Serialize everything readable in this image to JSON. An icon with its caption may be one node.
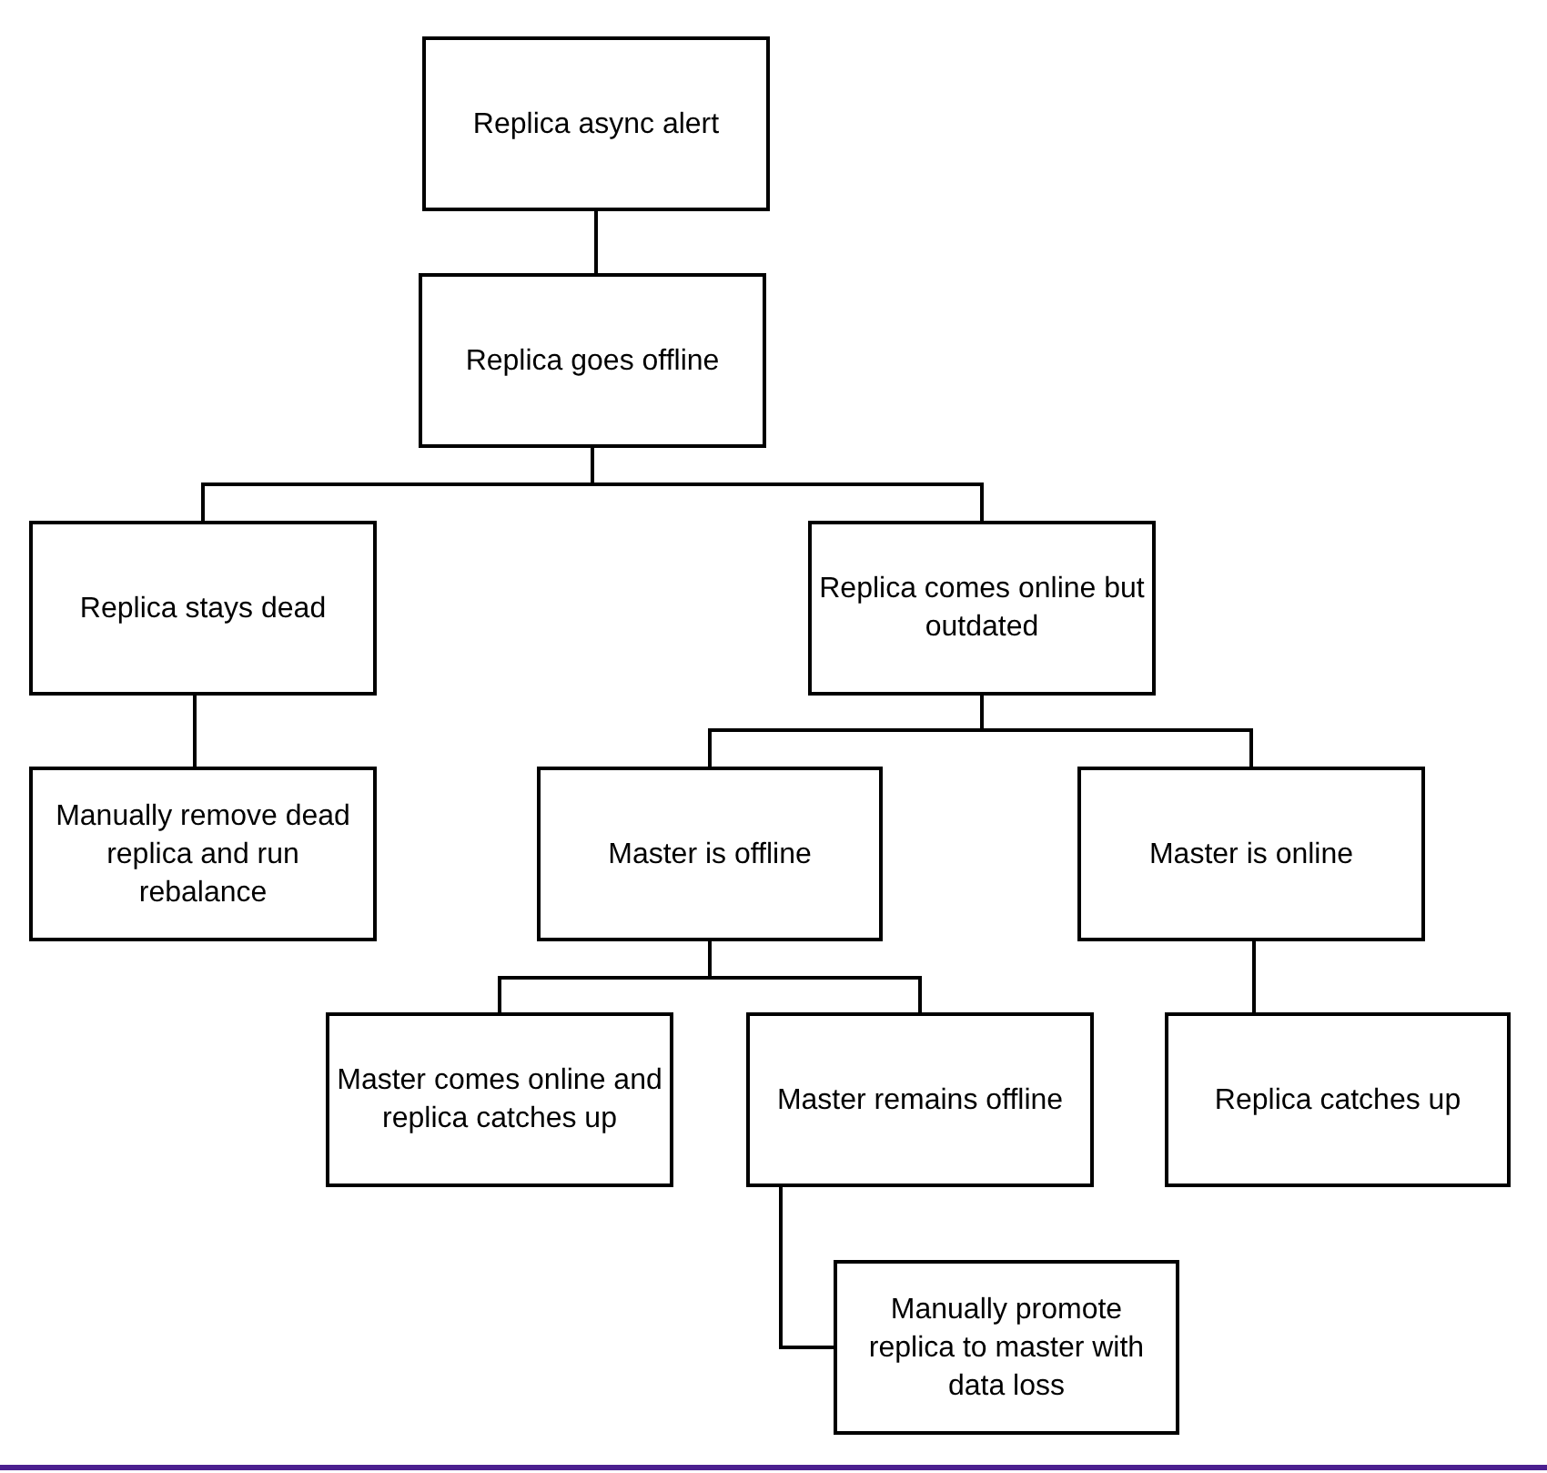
{
  "diagram": {
    "nodes": [
      {
        "text": [
          "Replica async alert"
        ]
      },
      {
        "text": [
          "Replica goes offline"
        ]
      },
      {
        "text": [
          "Replica stays dead"
        ]
      },
      {
        "text": [
          "Replica comes online but outdated"
        ]
      },
      {
        "text": [
          "Manually remove dead replica and run rebalance"
        ]
      },
      {
        "text": [
          "Master is offline"
        ]
      },
      {
        "text": [
          "Master is online"
        ]
      },
      {
        "text": [
          "Master comes online and replica catches up"
        ]
      },
      {
        "text": [
          "Master remains offline"
        ]
      },
      {
        "text": [
          "Replica catches up"
        ]
      },
      {
        "text": [
          "Manually promote replica to master with data loss"
        ]
      }
    ],
    "edges": [
      {
        "from": 0,
        "to": 1,
        "arrow": "none"
      },
      {
        "from": 1,
        "to": 2,
        "arrow": "none"
      },
      {
        "from": 1,
        "to": 3,
        "arrow": "none"
      },
      {
        "from": 2,
        "to": 4,
        "arrow": "none"
      },
      {
        "from": 3,
        "to": 5,
        "arrow": "none"
      },
      {
        "from": 3,
        "to": 6,
        "arrow": "none"
      },
      {
        "from": 5,
        "to": 7,
        "arrow": "none"
      },
      {
        "from": 5,
        "to": 8,
        "arrow": "none"
      },
      {
        "from": 6,
        "to": 9,
        "arrow": "none"
      },
      {
        "from": 8,
        "to": 10,
        "arrow": "none"
      }
    ]
  }
}
